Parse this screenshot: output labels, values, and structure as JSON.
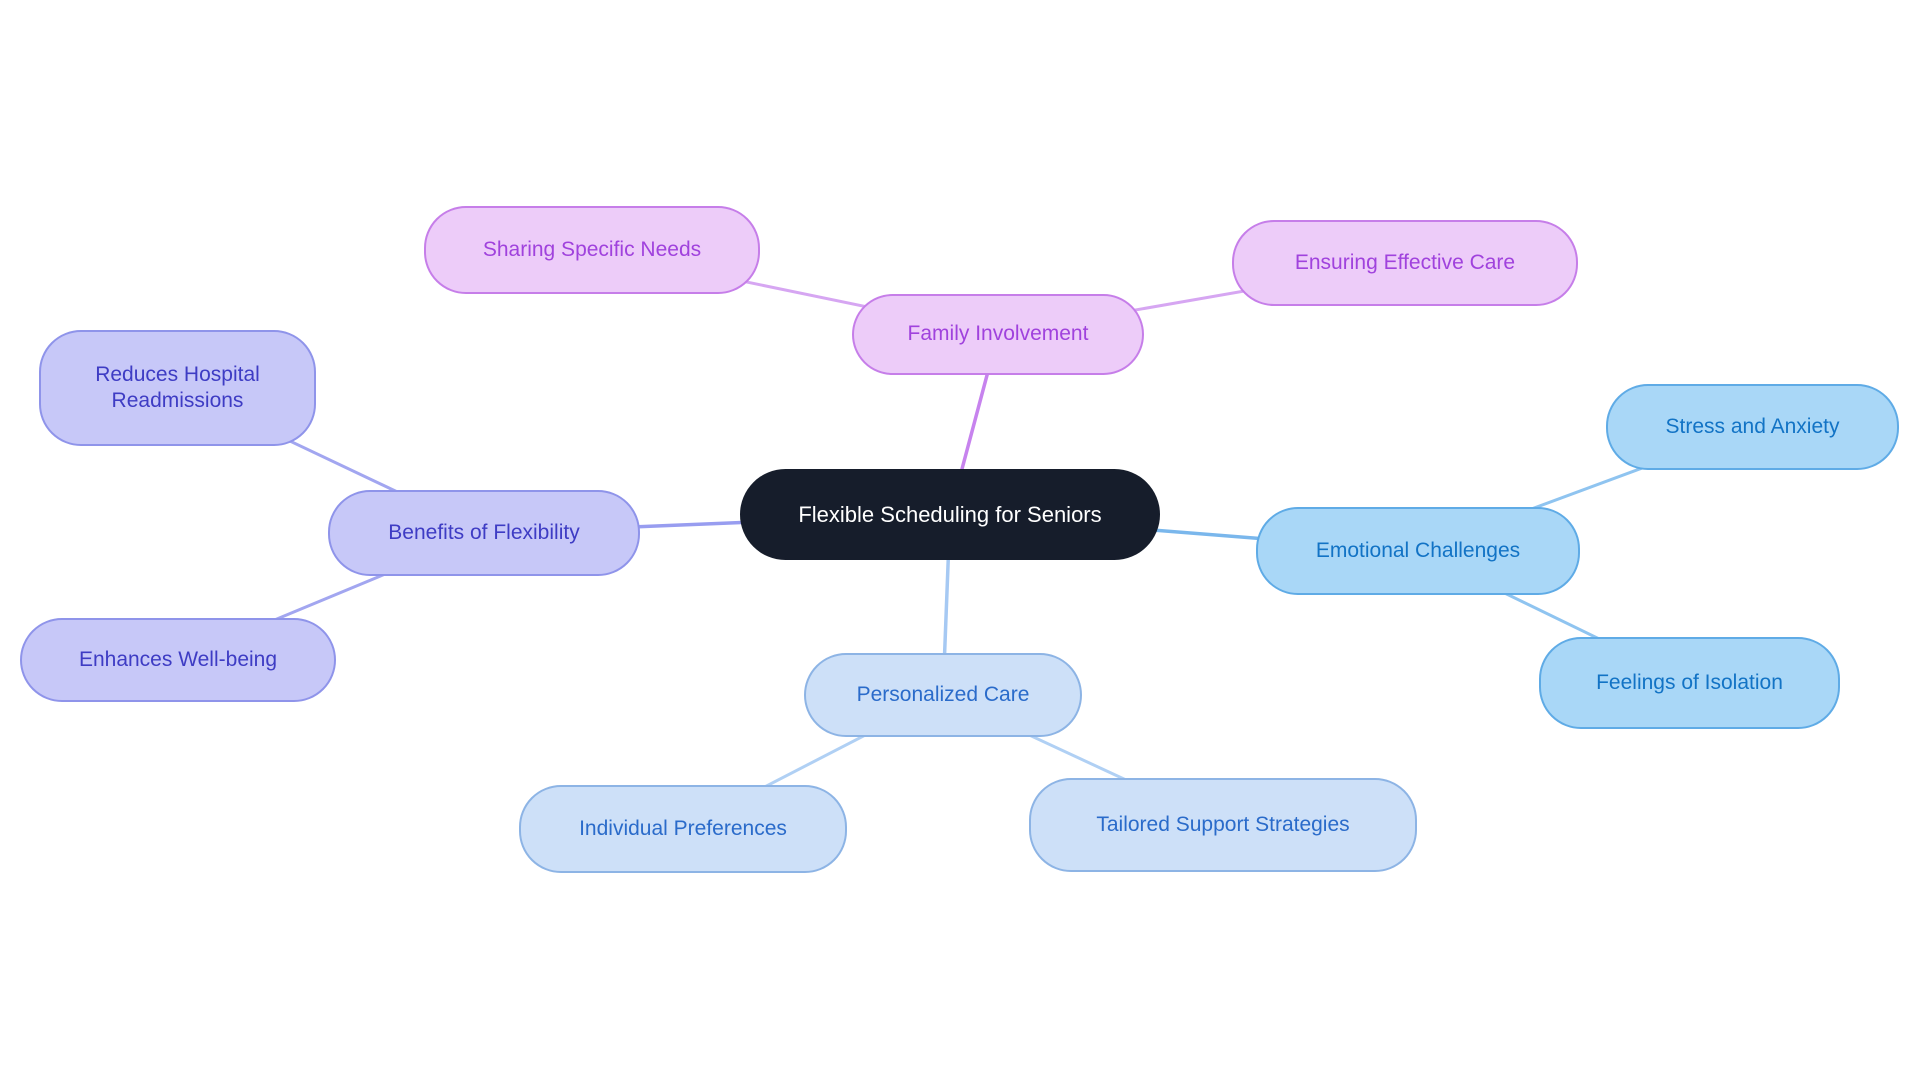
{
  "mindmap": {
    "type": "mindmap",
    "root": {
      "label": "Flexible Scheduling for Seniors"
    },
    "branches": [
      {
        "label": "Family Involvement",
        "color": "#edccf9",
        "border_color": "#c67ee9",
        "text_color": "#a042dd",
        "children": [
          {
            "label": "Sharing Specific Needs"
          },
          {
            "label": "Ensuring Effective Care"
          }
        ]
      },
      {
        "label": "Benefits of Flexibility",
        "color": "#c7c8f8",
        "border_color": "#8f94ea",
        "text_color": "#3e3cc4",
        "children": [
          {
            "label": "Reduces Hospital Readmissions"
          },
          {
            "label": "Enhances Well-being"
          }
        ]
      },
      {
        "label": "Emotional Challenges",
        "color": "#a9d7f7",
        "border_color": "#5fabe6",
        "text_color": "#1273c5",
        "children": [
          {
            "label": "Stress and Anxiety"
          },
          {
            "label": "Feelings of Isolation"
          }
        ]
      },
      {
        "label": "Personalized Care",
        "color": "#cde0f8",
        "border_color": "#8db4e5",
        "text_color": "#2a6bca",
        "children": [
          {
            "label": "Individual Preferences"
          },
          {
            "label": "Tailored Support Strategies"
          }
        ]
      }
    ],
    "colors": {
      "background": "#ffffff",
      "root_fill": "#161d2b",
      "root_text": "#ffffff"
    }
  }
}
